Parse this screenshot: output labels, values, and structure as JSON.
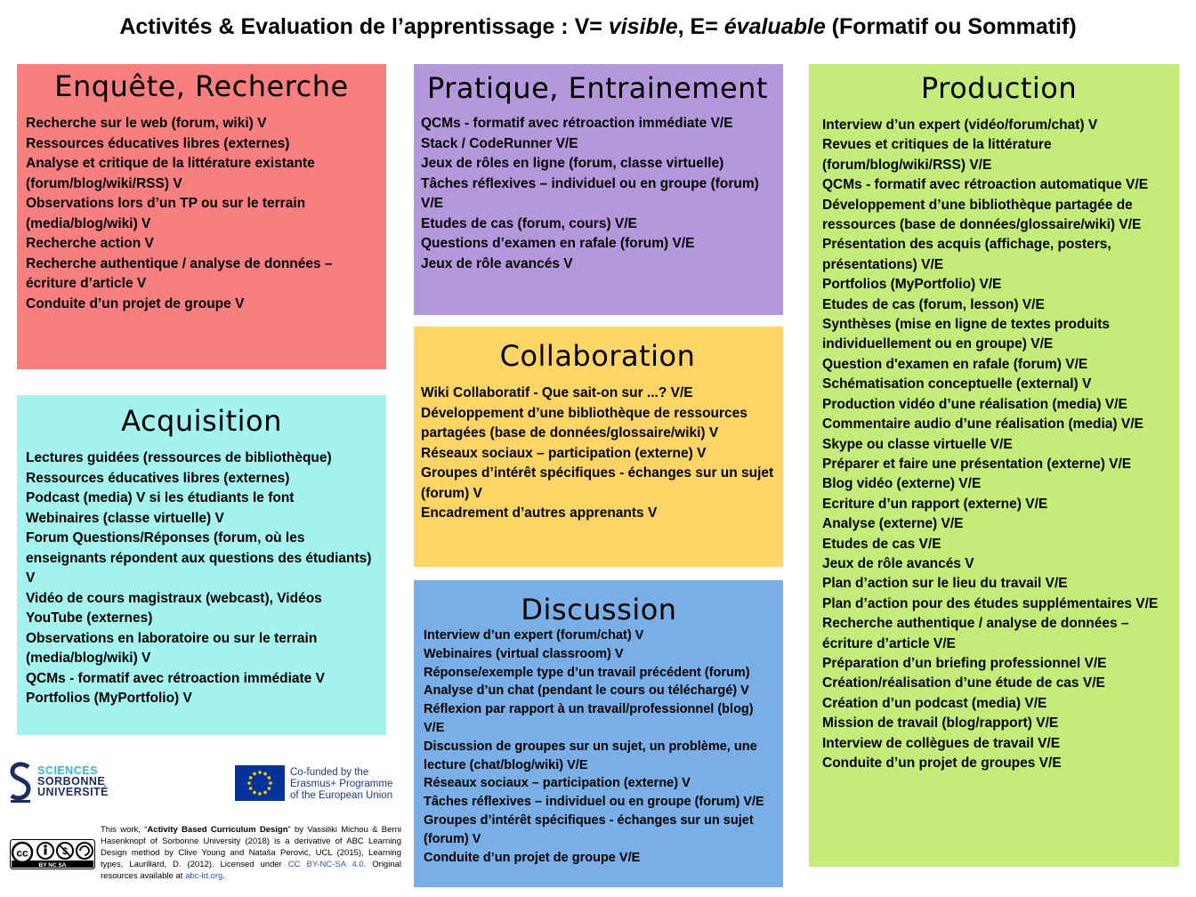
{
  "title": {
    "part1": "Activités & Evaluation de l’apprentissage : V= ",
    "visible": "visible",
    "part2": ", E= ",
    "evaluable": "évaluable",
    "part3": " (Formatif ou Sommatif)"
  },
  "enquete": {
    "heading": "Enquête, Recherche",
    "items": [
      "Recherche sur le web (forum, wiki) V",
      "Ressources éducatives libres (externes)",
      "Analyse et critique de la littérature existante (forum/blog/wiki/RSS) V",
      "Observations lors d’un TP ou sur le terrain (media/blog/wiki) V",
      "Recherche action V",
      "Recherche authentique / analyse de données – écriture d’article V",
      "Conduite d’un projet de groupe V"
    ]
  },
  "acquisition": {
    "heading": "Acquisition",
    "items": [
      "Lectures guidées (ressources de bibliothèque)",
      "Ressources éducatives libres (externes)",
      "Podcast (media) V si les étudiants le font",
      "Webinaires (classe virtuelle) V",
      "Forum Questions/Réponses (forum, où les enseignants répondent aux questions des étudiants) V",
      "Vidéo de cours magistraux (webcast), Vidéos YouTube (externes)",
      "Observations en laboratoire ou sur le terrain (media/blog/wiki) V",
      "QCMs - formatif avec rétroaction immédiate V",
      "Portfolios (MyPortfolio) V"
    ]
  },
  "pratique": {
    "heading": "Pratique, Entrainement",
    "items": [
      "QCMs - formatif avec rétroaction immédiate V/E",
      "Stack / CodeRunner V/E",
      "Jeux de rôles en ligne (forum, classe virtuelle)",
      "Tâches réflexives – individuel ou en groupe (forum) V/E",
      "Etudes de cas (forum, cours) V/E",
      "Questions d’examen en rafale (forum) V/E",
      "Jeux de rôle avancés  V"
    ]
  },
  "collaboration": {
    "heading": "Collaboration",
    "items": [
      "Wiki Collaboratif - Que sait-on sur ...? V/E",
      "Développement d’une bibliothèque de ressources partagées (base de données/glossaire/wiki) V",
      "Réseaux sociaux – participation (externe) V",
      "Groupes d’intérêt spécifiques - échanges sur un sujet (forum) V",
      "Encadrement d’autres apprenants V"
    ]
  },
  "discussion": {
    "heading": "Discussion",
    "items": [
      "Interview d’un expert (forum/chat)  V",
      "Webinaires (virtual classroom)  V",
      "Réponse/exemple type d’un travail précédent (forum)",
      "Analyse d’un chat (pendant le cours ou téléchargé)  V",
      "Réflexion par rapport à un travail/professionnel  (blog) V/E",
      "Discussion de groupes sur un sujet, un problème, une lecture (chat/blog/wiki)  V/E",
      "Réseaux sociaux – participation  (externe) V",
      "Tâches réflexives – individuel ou en groupe (forum) V/E",
      "Groupes d’intérêt spécifiques - échanges sur un sujet (forum)  V",
      "Conduite d’un projet de groupe V/E"
    ]
  },
  "production": {
    "heading": "Production",
    "items": [
      "Interview d’un expert (vidéo/forum/chat) V",
      "Revues et critiques de la littérature (forum/blog/wiki/RSS) V/E",
      "QCMs - formatif avec rétroaction automatique V/E",
      "Développement d’une bibliothèque partagée de ressources (base de données/glossaire/wiki) V/E",
      "Présentation des acquis (affichage, posters, présentations) V/E",
      "Portfolios (MyPortfolio) V/E",
      "Etudes de cas (forum, lesson) V/E",
      "Synthèses (mise en ligne de textes produits individuellement ou en groupe) V/E",
      "Question d'examen en rafale (forum) V/E",
      "Schématisation conceptuelle (external) V",
      "Production vidéo d’une réalisation (media) V/E",
      "Commentaire audio d’une réalisation (media) V/E",
      "Skype ou classe virtuelle V/E",
      "Préparer et faire une présentation (externe) V/E",
      "Blog vidéo (externe) V/E",
      "Ecriture d’un rapport (externe) V/E",
      "Analyse (externe) V/E",
      "Etudes de cas V/E",
      "Jeux de rôle avancés V",
      "Plan d’action sur le lieu du travail  V/E",
      "Plan d’action pour des études supplémentaires V/E",
      "Recherche authentique / analyse de données – écriture d’article V/E",
      "Préparation d’un briefing professionnel V/E",
      "Création/réalisation d’une étude de cas V/E",
      "Création d’un podcast (media) V/E",
      "Mission de travail (blog/rapport) V/E",
      "Interview de collègues de travail V/E",
      "Conduite d’un projet de groupes V/E"
    ]
  },
  "logos": {
    "sorbonne_line1": "SCIENCES",
    "sorbonne_line2": "SORBONNE",
    "sorbonne_line3": "UNIVERSITÉ",
    "eu_line1": "Co-funded by the",
    "eu_line2": "Erasmus+ Programme",
    "eu_line3": "of the European Union",
    "cc_label": "cc",
    "cc_tags": "BY  NC  SA"
  },
  "license": {
    "t1": "This work, “",
    "work_title": "Activity Based Curriculum Design",
    "t2": "” by Vassiliki Michou & Berni Hasenknopf of Sorbonne University (2018) is a derivative of ABC Learning Design method by Clive Young and Nataša Perović, UCL (2015), Learning types, Laurillard, D. (2012). Licensed under ",
    "license_link": "CC BY-NC-SA 4.0",
    "t3": ". Original resources available at ",
    "site_link": "abc-ld.org",
    "t4": "."
  },
  "colors": {
    "enquete": "#f77f7f",
    "acquisition": "#a5f3ee",
    "pratique": "#b498dc",
    "collaboration": "#fdd466",
    "discussion": "#7aaee6",
    "production": "#c4ec7b"
  }
}
